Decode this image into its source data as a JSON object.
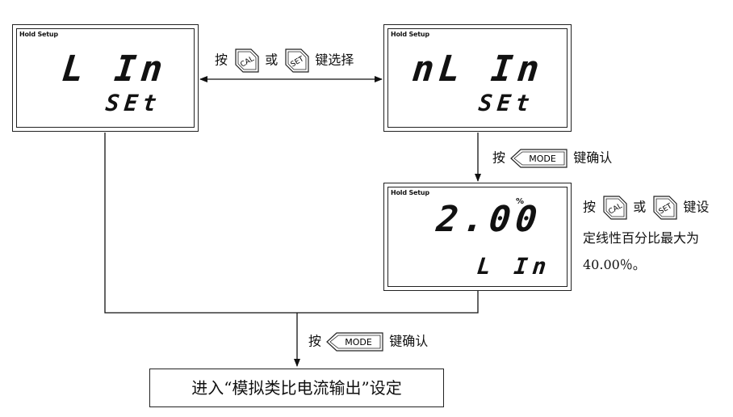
{
  "screens": [
    {
      "id": "lin-set",
      "label": "Hold Setup",
      "main": "L In",
      "sub": "SEt"
    },
    {
      "id": "nlin-set",
      "label": "Hold Setup",
      "main": "nL In",
      "sub": "SEt"
    },
    {
      "id": "lin-value",
      "label": "Hold Setup",
      "main": "2.00",
      "unit": "%",
      "sub": "L In"
    }
  ],
  "instructions": {
    "select": {
      "prefix": "按",
      "key1": "CAL",
      "mid": "或",
      "key2": "SET",
      "suffix": "键选择"
    },
    "confirm_mode_1": {
      "prefix": "按",
      "key": "MODE",
      "suffix": "键确认"
    },
    "set_range": {
      "prefix": "按",
      "key1": "CAL",
      "mid": "或",
      "key2": "SET",
      "suffix_line1": "键设",
      "line2": "定线性百分比最大为",
      "line3": "40.00％。"
    },
    "confirm_mode_2": {
      "prefix": "按",
      "key": "MODE",
      "suffix": "键确认"
    }
  },
  "final_step": "进入“模拟类比电流输出”设定"
}
